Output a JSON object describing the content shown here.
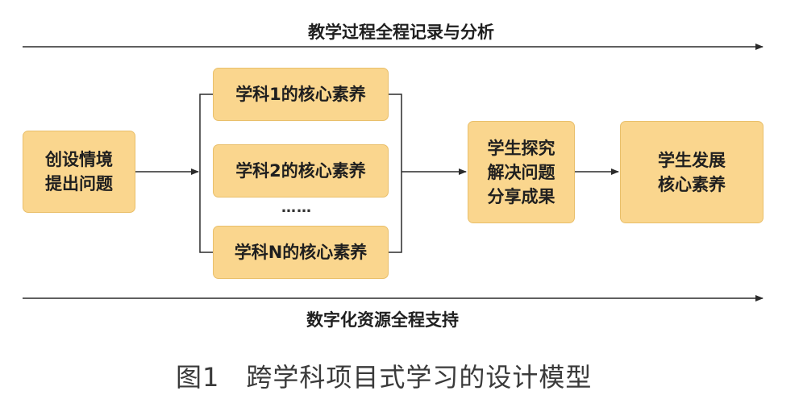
{
  "top_label": "教学过程全程记录与分析",
  "bottom_label": "数字化资源全程支持",
  "start_box": {
    "lines": [
      "创设情境",
      "提出问题"
    ]
  },
  "discipline_boxes": [
    {
      "label": "学科1的核心素养"
    },
    {
      "label": "学科2的核心素养"
    },
    {
      "label": "学科N的核心素养"
    }
  ],
  "ellipsis": "……",
  "inquiry_box": {
    "lines": [
      "学生探究",
      "解决问题",
      "分享成果"
    ]
  },
  "outcome_box": {
    "lines": [
      "学生发展",
      "核心素养"
    ]
  },
  "figure_caption": "图1　跨学科项目式学习的设计模型",
  "colors": {
    "box_fill": "#fad68e",
    "box_border": "#e9bf6a",
    "line": "#2b2b2b"
  }
}
